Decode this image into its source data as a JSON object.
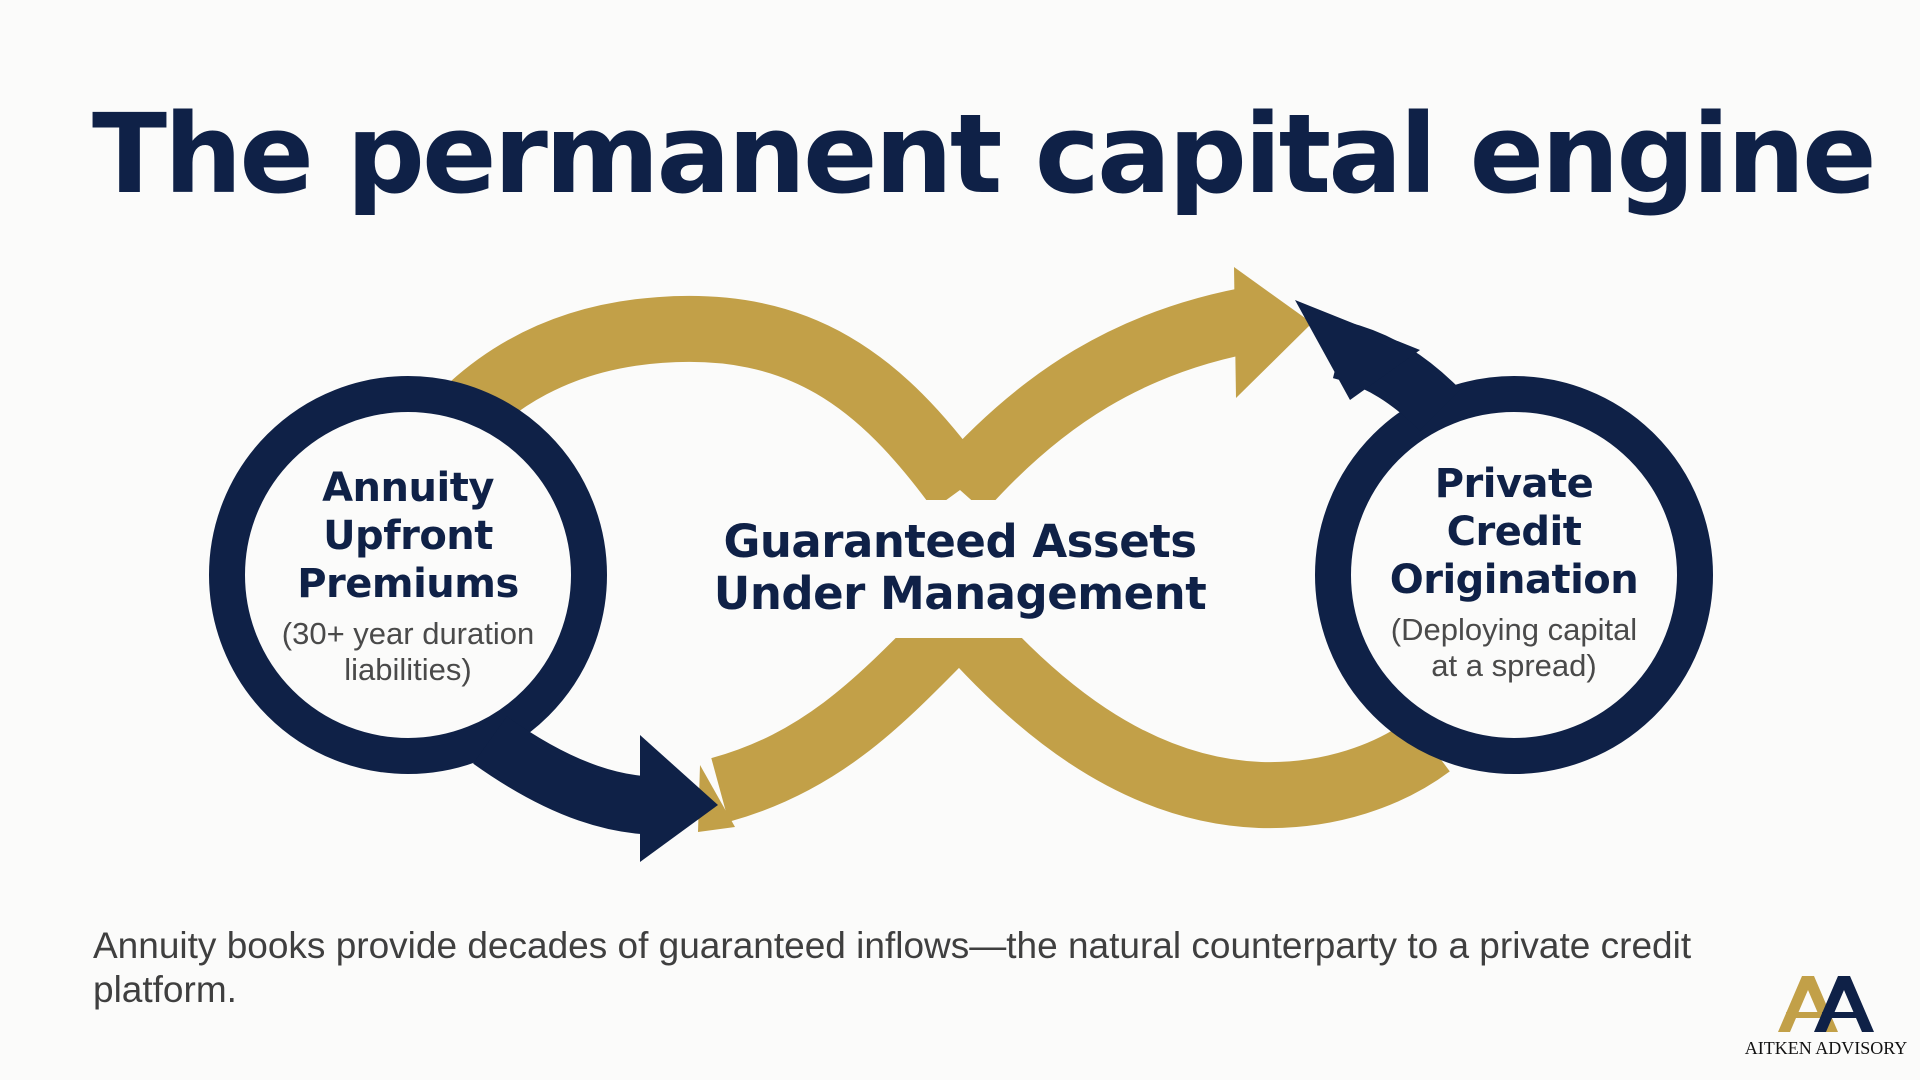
{
  "title": "The permanent capital engine",
  "nodes": {
    "left": {
      "title_lines": [
        "Annuity",
        "Upfront",
        "Premiums"
      ],
      "subtitle_lines": [
        "(30+ year duration",
        "liabilities)"
      ]
    },
    "center": {
      "title_lines": [
        "Guaranteed Assets",
        "Under Management"
      ]
    },
    "right": {
      "title_lines": [
        "Private",
        "Credit",
        "Origination"
      ],
      "subtitle_lines": [
        "(Deploying capital",
        "at a spread)"
      ]
    }
  },
  "caption": "Annuity books provide decades of guaranteed inflows—the natural counterparty to a private credit platform.",
  "logo": {
    "monogram": "AA",
    "name": "AITKEN ADVISORY"
  },
  "colors": {
    "navy": "#0f2147",
    "gold": "#c2a048",
    "text_gray": "#3f3f3f",
    "background": "#fbfbfa"
  }
}
